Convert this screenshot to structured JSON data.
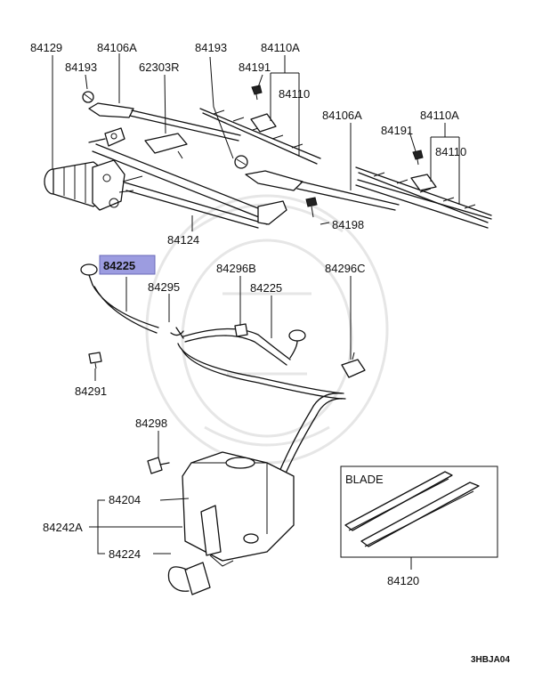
{
  "diagram_code": "3HBJA04",
  "highlight_color": "#9c9ce0",
  "callouts": {
    "c84129": "84129",
    "c84106a_1": "84106A",
    "c84193_1": "84193",
    "c84193_2": "84193",
    "c62303r": "62303R",
    "c84191_1": "84191",
    "c84110a_1": "84110A",
    "c84110_1": "84110",
    "c84106a_2": "84106A",
    "c84110a_2": "84110A",
    "c84191_2": "84191",
    "c84110_2": "84110",
    "c84198": "84198",
    "c84124": "84124",
    "c84225_hl": "84225",
    "c84295": "84295",
    "c84296b": "84296B",
    "c84225": "84225",
    "c84296c": "84296C",
    "c84291": "84291",
    "c84298": "84298",
    "c84204": "84204",
    "c84242a": "84242A",
    "c84224": "84224",
    "c84120": "84120"
  },
  "blade_box_title": "BLADE"
}
